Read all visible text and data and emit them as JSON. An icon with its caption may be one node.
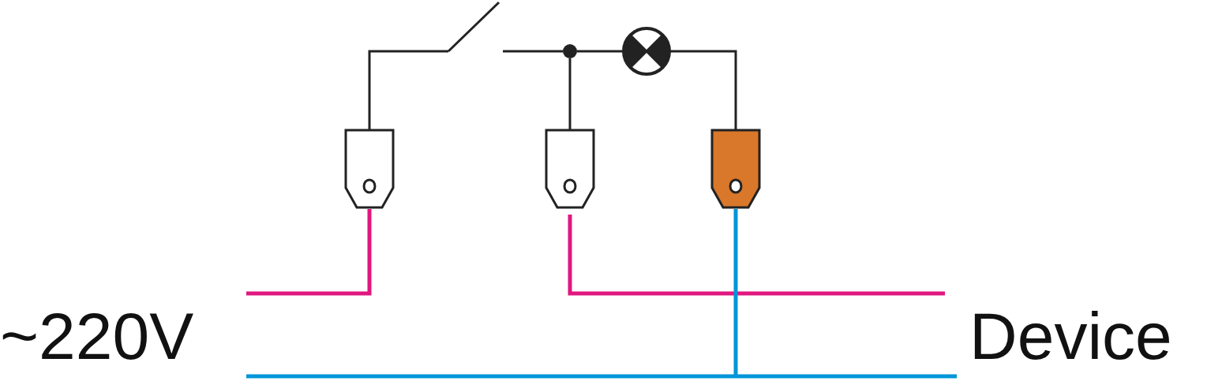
{
  "diagram": {
    "nodes": [
      {
        "text": [],
        "shape": "switch"
      },
      {
        "text": [],
        "shape": "circle"
      },
      {
        "text": [],
        "shape": "lamp"
      },
      {
        "text": [],
        "shape": "box"
      },
      {
        "text": [],
        "shape": "box"
      },
      {
        "text": [],
        "shape": "box"
      }
    ],
    "edges": [
      {
        "from": 3,
        "to": 0,
        "arrow": "none"
      },
      {
        "from": 0,
        "to": 1,
        "arrow": "none"
      },
      {
        "from": 1,
        "to": 2,
        "arrow": "none"
      },
      {
        "from": 1,
        "to": 4,
        "arrow": "none"
      },
      {
        "from": 2,
        "to": 5,
        "arrow": "none"
      }
    ],
    "labels": [
      "~220V",
      "Device"
    ]
  }
}
